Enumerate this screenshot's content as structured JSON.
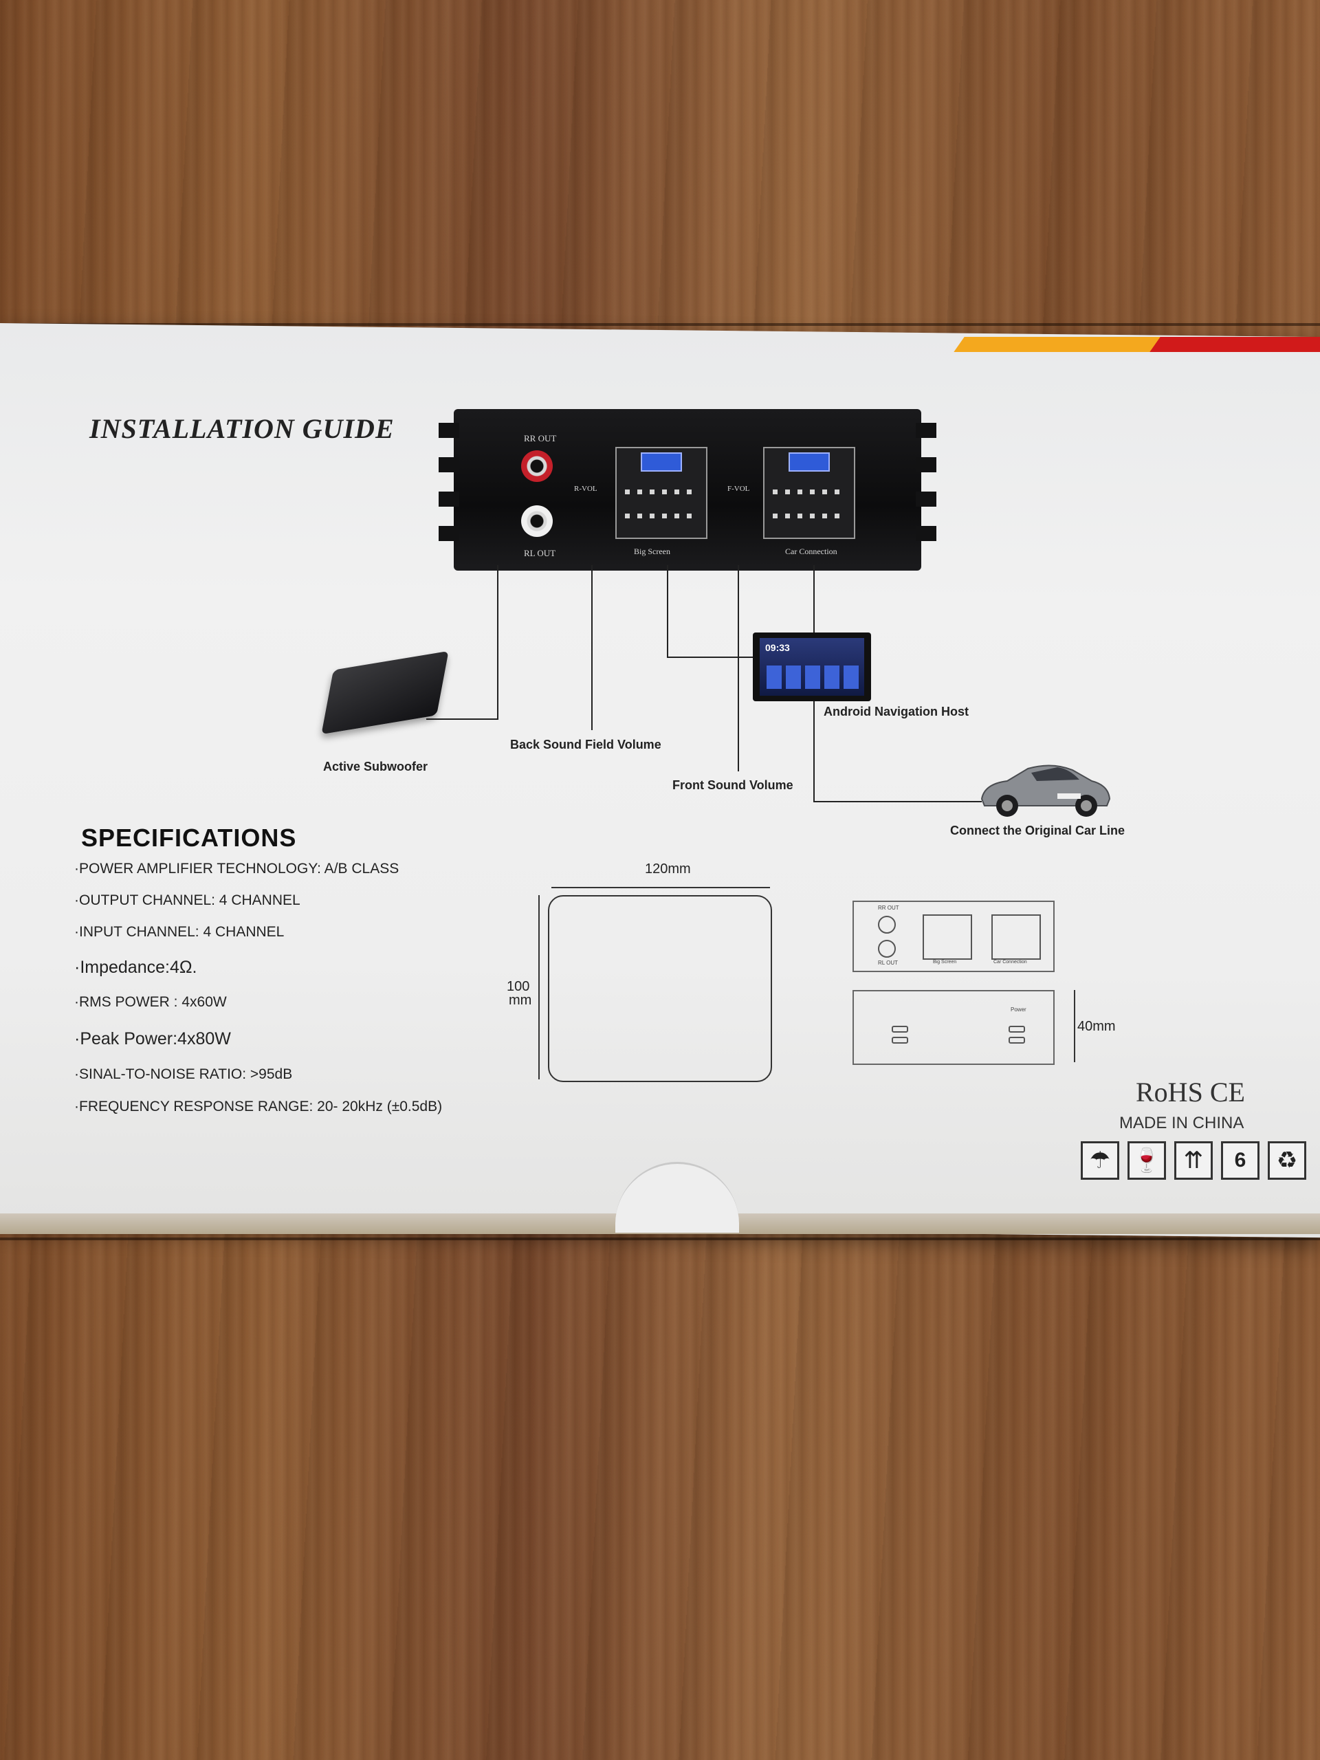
{
  "installation_guide": {
    "title": "INSTALLATION GUIDE",
    "amplifier": {
      "rr_out": "RR OUT",
      "rl_out": "RL OUT",
      "rear_volume": "R-VOL",
      "front_volume": "F-VOL",
      "big_screen": "Big Screen",
      "car_connection": "Car Connection"
    },
    "labels": {
      "subwoofer": "Active Subwoofer",
      "back_volume": "Back Sound Field Volume",
      "front_volume": "Front Sound Volume",
      "nav_host": "Android Navigation Host",
      "car_line": "Connect the Original Car Line"
    },
    "headunit_time": "09:33"
  },
  "specifications": {
    "title": "SPECIFICATIONS",
    "items": [
      "·POWER AMPLIFIER TECHNOLOGY: A/B CLASS",
      "·OUTPUT CHANNEL: 4 CHANNEL",
      "·INPUT CHANNEL: 4 CHANNEL",
      "·Impedance:4Ω.",
      "·RMS POWER : 4x60W",
      "·Peak Power:4x80W",
      "·SINAL-TO-NOISE RATIO: >95dB",
      "·FREQUENCY RESPONSE RANGE: 20- 20kHz (±0.5dB)"
    ]
  },
  "dimensions": {
    "width": "120mm",
    "height_line1": "100",
    "height_line2": "mm",
    "depth": "40mm"
  },
  "sketch": {
    "rr_out": "RR OUT",
    "rl_out": "RL OUT",
    "big_screen": "Big Screen",
    "car_connection": "Car Connection",
    "power": "Power"
  },
  "compliance": {
    "rohs_ce": "RoHS CE",
    "made_in": "MADE IN CHINA",
    "stack_limit": "6"
  },
  "icons": [
    "umbrella-icon",
    "fragile-glass-icon",
    "this-way-up-icon",
    "stack-limit-icon",
    "recycle-icon"
  ]
}
